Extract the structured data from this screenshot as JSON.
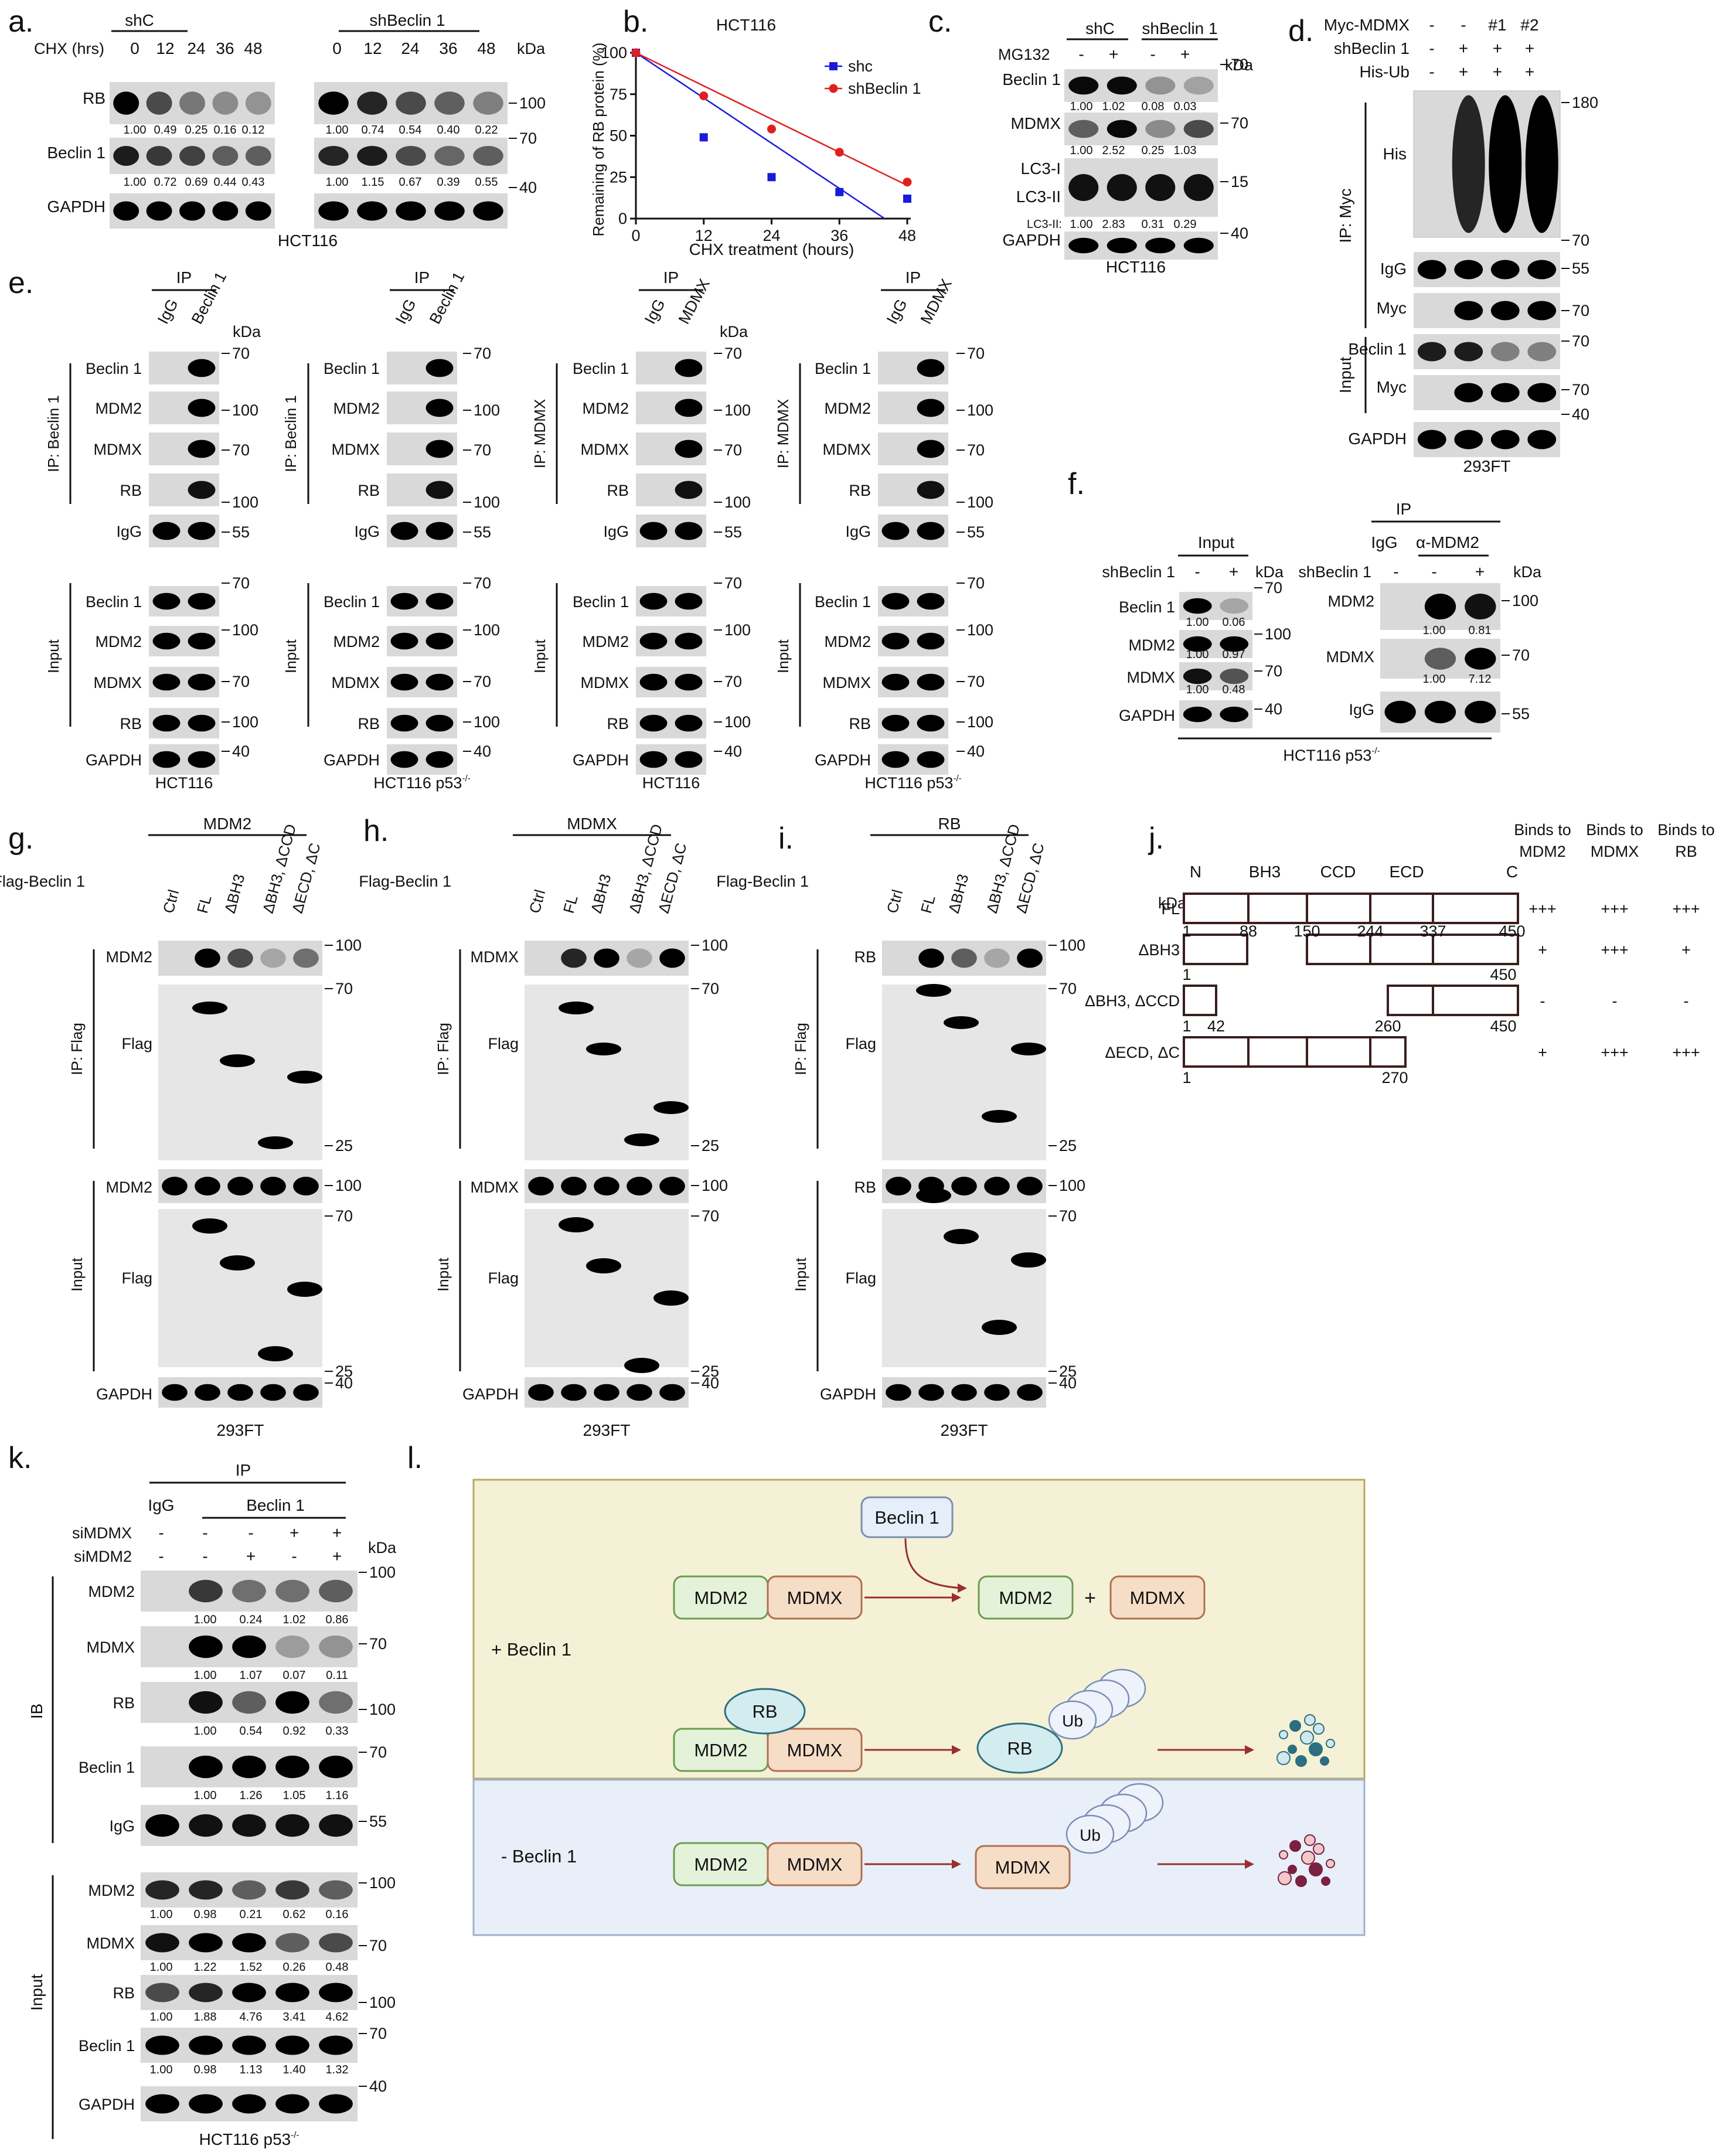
{
  "panel_letters": [
    "a.",
    "b.",
    "c.",
    "d.",
    "e.",
    "f.",
    "g.",
    "h.",
    "i.",
    "j.",
    "k.",
    "l."
  ],
  "panel_a": {
    "groups": [
      "shC",
      "shBeclin 1"
    ],
    "cond_label": "CHX (hrs)",
    "timepoints": [
      "0",
      "12",
      "24",
      "36",
      "48"
    ],
    "kda": "kDa",
    "rows": [
      "RB",
      "Beclin 1",
      "GAPDH"
    ],
    "markers": [
      "100",
      "70",
      "40"
    ],
    "rb_shc": [
      "1.00",
      "0.49",
      "0.25",
      "0.16",
      "0.12"
    ],
    "rb_shb": [
      "1.00",
      "0.74",
      "0.54",
      "0.40",
      "0.22"
    ],
    "bec_shc": [
      "1.00",
      "0.72",
      "0.69",
      "0.44",
      "0.43"
    ],
    "bec_shb": [
      "1.00",
      "1.15",
      "0.67",
      "0.39",
      "0.55"
    ],
    "cell": "HCT116"
  },
  "chart_data": {
    "type": "scatter",
    "title": "HCT116",
    "xlabel": "CHX treatment (hours)",
    "ylabel": "Remaining of RB protein (%)",
    "xlim": [
      0,
      48
    ],
    "ylim": [
      0,
      100
    ],
    "xticks": [
      0,
      12,
      24,
      36,
      48
    ],
    "yticks": [
      0,
      25,
      50,
      75,
      100
    ],
    "legend": "top-right",
    "series": [
      {
        "name": "shc",
        "color": "#1a1adc",
        "marker": "square",
        "x": [
          0,
          12,
          24,
          36,
          48
        ],
        "y": [
          100,
          49,
          25,
          16,
          12
        ],
        "fit": [
          [
            0,
            100
          ],
          [
            44,
            0
          ]
        ]
      },
      {
        "name": "shBeclin 1",
        "color": "#e02020",
        "marker": "circle",
        "x": [
          0,
          12,
          24,
          36,
          48
        ],
        "y": [
          100,
          74,
          54,
          40,
          22
        ],
        "fit": [
          [
            0,
            100
          ],
          [
            48,
            20
          ]
        ]
      }
    ]
  },
  "panel_c": {
    "groups": [
      "shC",
      "shBeclin 1"
    ],
    "cond": "MG132",
    "signs": [
      "-",
      "+",
      "-",
      "+"
    ],
    "rows": [
      "Beclin 1",
      "MDMX",
      "LC3-I",
      "LC3-II",
      "GAPDH"
    ],
    "bec": [
      "1.00",
      "1.02",
      "0.08",
      "0.03"
    ],
    "mdmx": [
      "1.00",
      "2.52",
      "0.25",
      "1.03"
    ],
    "lc3_label": "LC3-II:",
    "lc3": [
      "1.00",
      "2.83",
      "0.31",
      "0.29"
    ],
    "markers": [
      "70",
      "70",
      "15",
      "40"
    ],
    "kda": "kDa",
    "cell": "HCT116"
  },
  "panel_d": {
    "conds": [
      "Myc-MDMX",
      "shBeclin 1",
      "His-Ub"
    ],
    "signs": [
      [
        "-",
        "-",
        "#1",
        "#2"
      ],
      [
        "-",
        "+",
        "+",
        "+"
      ],
      [
        "-",
        "+",
        "+",
        "+"
      ]
    ],
    "rows": [
      "His",
      "IgG",
      "Myc",
      "Beclin 1",
      "Myc",
      "GAPDH"
    ],
    "ip": "IP: Myc",
    "input": "Input",
    "markers": [
      "180",
      "70",
      "55",
      "70",
      "70",
      "70",
      "40"
    ],
    "cell": "293FT"
  },
  "panel_e": {
    "ip": "IP",
    "kda": "kDa",
    "blocks": [
      {
        "lanes": [
          "IgG",
          "Beclin 1"
        ],
        "ip_label": "IP: Beclin 1",
        "cell": "HCT116"
      },
      {
        "lanes": [
          "IgG",
          "Beclin 1"
        ],
        "ip_label": "IP: Beclin 1",
        "cell": "HCT116 p53"
      },
      {
        "lanes": [
          "IgG",
          "MDMX"
        ],
        "ip_label": "IP: MDMX",
        "cell": "HCT116"
      },
      {
        "lanes": [
          "IgG",
          "MDMX"
        ],
        "ip_label": "IP: MDMX",
        "cell": "HCT116 p53"
      }
    ],
    "sup": "-/-",
    "ip_rows": [
      "Beclin 1",
      "MDM2",
      "MDMX",
      "RB",
      "IgG"
    ],
    "in_rows": [
      "Beclin 1",
      "MDM2",
      "MDMX",
      "RB",
      "GAPDH"
    ],
    "ip_markers": [
      "70",
      "100",
      "70",
      "100",
      "55"
    ],
    "in_markers": [
      "70",
      "100",
      "70",
      "100",
      "40"
    ],
    "input": "Input"
  },
  "panel_f": {
    "input": "Input",
    "ip": "IP",
    "cond": "shBeclin 1",
    "signs_in": [
      "-",
      "+"
    ],
    "ip_lanes": [
      "IgG",
      "α-MDM2"
    ],
    "signs_ip": [
      "-",
      "-",
      "+"
    ],
    "in_rows": [
      "Beclin 1",
      "MDM2",
      "MDMX",
      "GAPDH"
    ],
    "ip_rows": [
      "MDM2",
      "MDMX",
      "IgG"
    ],
    "bec": [
      "1.00",
      "0.06"
    ],
    "mdm2": [
      "1.00",
      "0.97"
    ],
    "mdmx": [
      "1.00",
      "0.48"
    ],
    "ip_mdm2": [
      "1.00",
      "0.81"
    ],
    "ip_mdmx": [
      "1.00",
      "7.12"
    ],
    "markers_in": [
      "70",
      "100",
      "70",
      "40"
    ],
    "markers_ip": [
      "100",
      "70",
      "55"
    ],
    "kda": "kDa",
    "cell": "HCT116 p53"
  },
  "panel_ghi": {
    "cond": "Flag-Beclin 1",
    "lanes": [
      "Ctrl",
      "FL",
      "ΔBH3",
      "ΔBH3, ΔCCD",
      "ΔECD, ΔC"
    ],
    "ip": "IP: Flag",
    "input": "Input",
    "cell": "293FT",
    "g": {
      "header": "MDM2",
      "rows": [
        "MDM2",
        "Flag",
        "MDM2",
        "Flag",
        "GAPDH"
      ]
    },
    "h": {
      "header": "MDMX",
      "rows": [
        "MDMX",
        "Flag",
        "MDMX",
        "Flag",
        "GAPDH"
      ]
    },
    "i": {
      "header": "RB",
      "rows": [
        "RB",
        "Flag",
        "RB",
        "Flag",
        "GAPDH"
      ]
    },
    "kda": "kDa",
    "m_100": "100",
    "m_70": "70",
    "m_25": "25",
    "m_40": "40"
  },
  "panel_j": {
    "headers": [
      "Binds to MDM2",
      "Binds to MDMX",
      "Binds to RB"
    ],
    "domains": [
      "N",
      "BH3",
      "CCD",
      "ECD",
      "C"
    ],
    "constructs": [
      {
        "name": "FL",
        "nums": [
          "1",
          "88",
          "150",
          "244",
          "337",
          "450"
        ],
        "b": [
          "+++",
          "+++",
          "+++"
        ]
      },
      {
        "name": "ΔBH3",
        "nums": [
          "1",
          "450"
        ],
        "b": [
          "+",
          "+++",
          "+"
        ]
      },
      {
        "name": "ΔBH3, ΔCCD",
        "nums": [
          "1",
          "42",
          "260",
          "450"
        ],
        "b": [
          "-",
          "-",
          "-"
        ]
      },
      {
        "name": "ΔECD, ΔC",
        "nums": [
          "1",
          "270"
        ],
        "b": [
          "+",
          "+++",
          "+++"
        ]
      }
    ]
  },
  "panel_k": {
    "ip": "IP",
    "lanes": [
      "IgG",
      "Beclin 1"
    ],
    "conds": [
      "siMDMX",
      "siMDM2"
    ],
    "signs": [
      [
        "-",
        "-",
        "-",
        "+",
        "+"
      ],
      [
        "-",
        "-",
        "+",
        "-",
        "+"
      ]
    ],
    "kda": "kDa",
    "ib": "IB",
    "input": "Input",
    "ib_rows": [
      "MDM2",
      "MDMX",
      "RB",
      "Beclin 1",
      "IgG"
    ],
    "in_rows": [
      "MDM2",
      "MDMX",
      "RB",
      "Beclin 1",
      "GAPDH"
    ],
    "ib_markers": [
      "100",
      "70",
      "100",
      "70",
      "55"
    ],
    "in_markers": [
      "100",
      "70",
      "100",
      "70",
      "40"
    ],
    "q_ib": [
      [
        "1.00",
        "0.24",
        "1.02",
        "0.86"
      ],
      [
        "1.00",
        "1.07",
        "0.07",
        "0.11"
      ],
      [
        "1.00",
        "0.54",
        "0.92",
        "0.33"
      ],
      [
        "1.00",
        "1.26",
        "1.05",
        "1.16"
      ]
    ],
    "q_in": [
      [
        "1.00",
        "0.98",
        "0.21",
        "0.62",
        "0.16"
      ],
      [
        "1.00",
        "1.22",
        "1.52",
        "0.26",
        "0.48"
      ],
      [
        "1.00",
        "1.88",
        "4.76",
        "3.41",
        "4.62"
      ],
      [
        "1.00",
        "0.98",
        "1.13",
        "1.40",
        "1.32"
      ]
    ],
    "cell": "HCT116 p53"
  },
  "panel_l": {
    "plus": "+ Beclin 1",
    "minus": "- Beclin 1",
    "beclin": "Beclin 1",
    "mdm2": "MDM2",
    "mdmx": "MDMX",
    "rb": "RB",
    "ub": "Ub",
    "plus_sign": "+",
    "colors": {
      "top_bg": "#f5f1d6",
      "top_border": "#b8a860",
      "bottom_bg": "#e8eff8",
      "bottom_border": "#9fb3cc",
      "mdm2": "#e4f2da",
      "mdmx": "#f6ddc6",
      "rb": "#d3ecf0",
      "beclin": "#e6eef9",
      "arrow": "#9a2f2f"
    }
  }
}
